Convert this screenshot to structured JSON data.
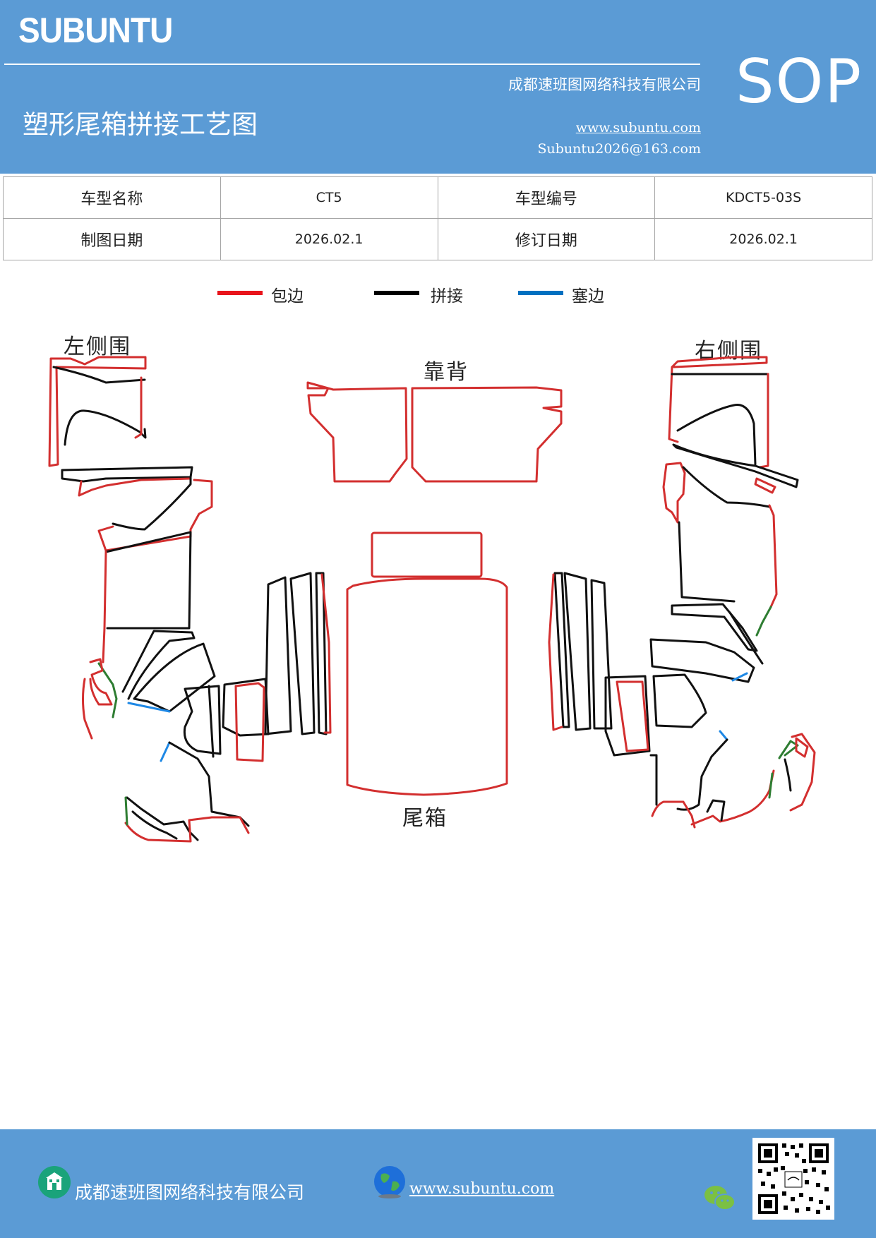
{
  "header": {
    "brand": "SUBUNTU",
    "company": "成都速班图网络科技有限公司",
    "title": "塑形尾箱拼接工艺图",
    "website": "www.subuntu.com",
    "email": "Subuntu2026@163.com",
    "badge": "SOP"
  },
  "info_table": {
    "rows": [
      {
        "label1": "车型名称",
        "value1": "CT5",
        "label2": "车型编号",
        "value2": "KDCT5-03S"
      },
      {
        "label1": "制图日期",
        "value1": "2026.02.1",
        "label2": "修订日期",
        "value2": "2026.02.1"
      }
    ]
  },
  "legend": [
    {
      "label": "包边",
      "color": "#e8141b"
    },
    {
      "label": "拼接",
      "color": "#000000"
    },
    {
      "label": "塞边",
      "color": "#0070c0"
    }
  ],
  "diagram": {
    "left_side": "左侧围",
    "right_side": "右侧围",
    "backrest": "靠背",
    "trunk": "尾箱",
    "colors": {
      "edge": "#d32f2f",
      "seam": "#111111",
      "tuck": "#1e88e5",
      "accent": "#2e7d32"
    }
  },
  "footer": {
    "company": "成都速班图网络科技有限公司",
    "website": "www.subuntu.com",
    "icons": [
      "building-icon",
      "globe-icon",
      "wechat-icon",
      "qr-code"
    ]
  }
}
